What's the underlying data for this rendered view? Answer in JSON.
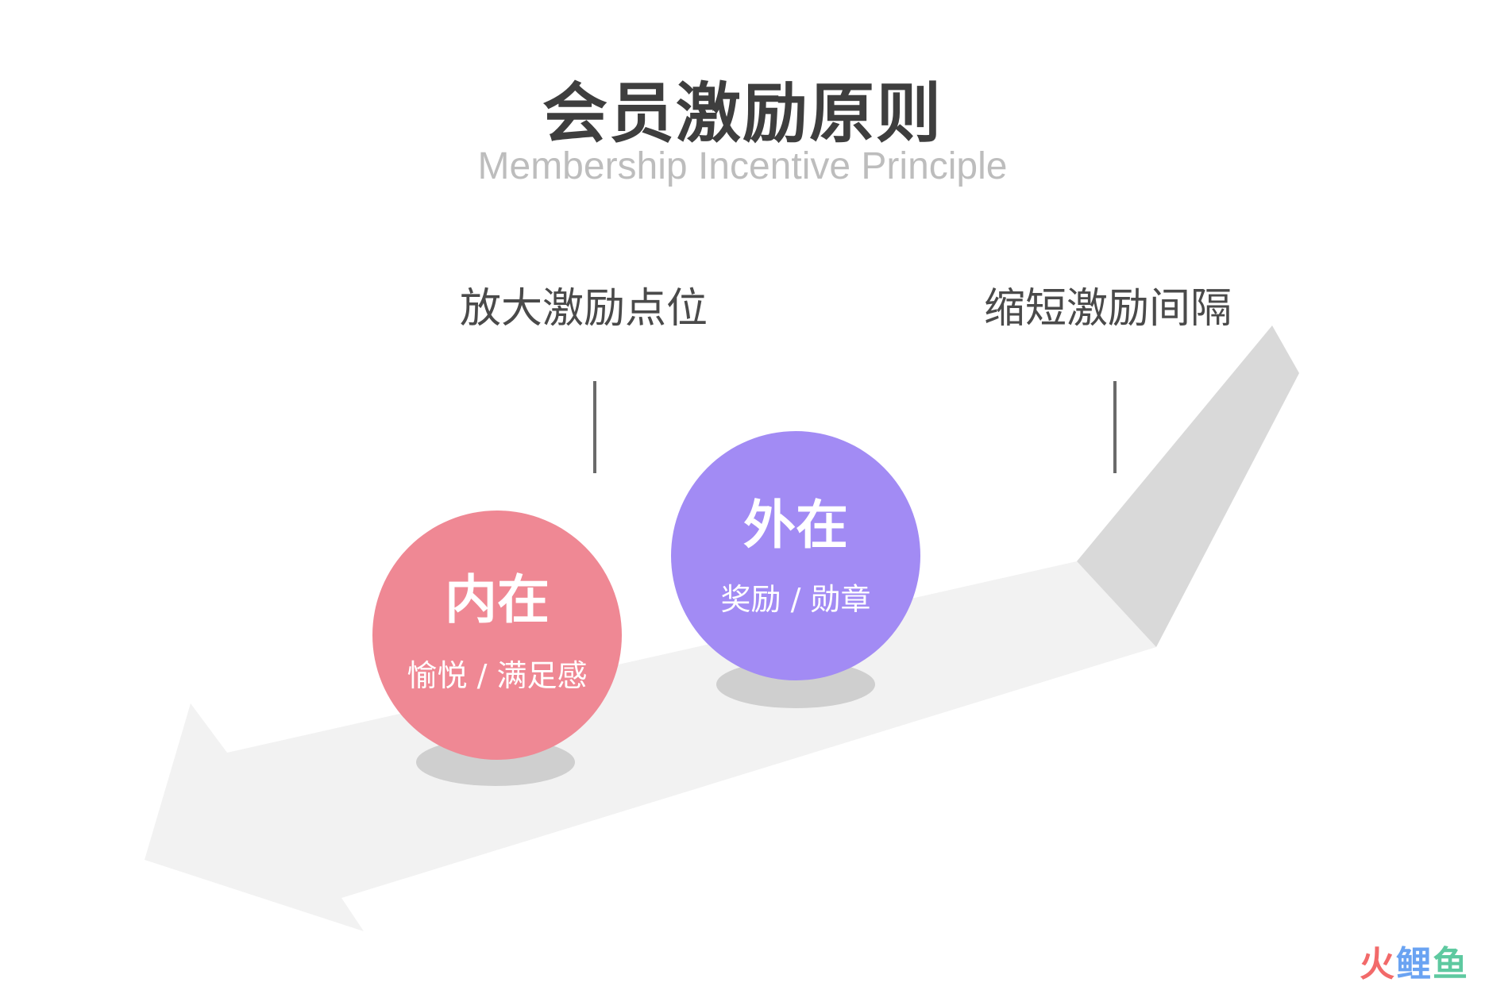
{
  "header": {
    "title": "会员激励原则",
    "subtitle": "Membership Incentive Principle"
  },
  "labels": {
    "left": "放大激励点位",
    "right": "缩短激励间隔"
  },
  "balls": {
    "inner": {
      "title": "内在",
      "subtitle": "愉悦 / 满足感",
      "color": "#ef8894"
    },
    "outer": {
      "title": "外在",
      "subtitle": "奖励 / 勋章",
      "color": "#a28bf4"
    }
  },
  "watermark": {
    "chars": [
      "火",
      "鲤",
      "鱼"
    ],
    "colors": [
      "#f26a6a",
      "#6aa3f2",
      "#5ec9a0"
    ]
  }
}
